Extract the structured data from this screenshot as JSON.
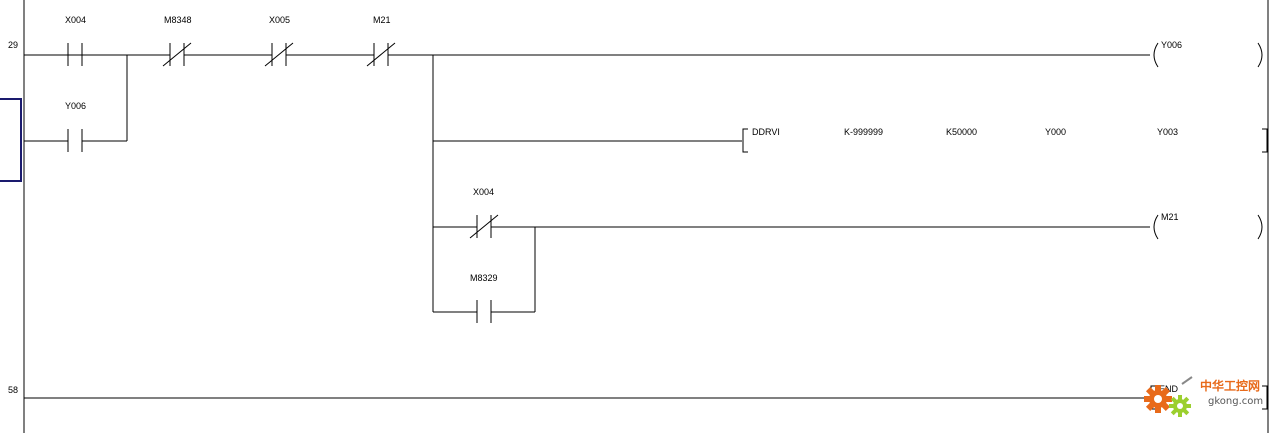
{
  "rungs": [
    {
      "step": "29"
    },
    {
      "step": "58"
    }
  ],
  "contacts": {
    "x004_main": "X004",
    "m8348": "M8348",
    "x005": "X005",
    "m21": "M21",
    "y006_hold": "Y006",
    "x004_branch": "X004",
    "m8329": "M8329"
  },
  "coils": {
    "y006": "Y006",
    "m21": "M21"
  },
  "instruction": {
    "name": "DDRVI",
    "op1": "K-999999",
    "op2": "K50000",
    "op3": "Y000",
    "op4": "Y003"
  },
  "end_instruction": "END",
  "watermark": {
    "cn": "中华工控网",
    "url": "gkong.com"
  },
  "colors": {
    "line": "#000000",
    "cursor": "#1a1a6e",
    "logo_orange": "#e86a1a"
  }
}
